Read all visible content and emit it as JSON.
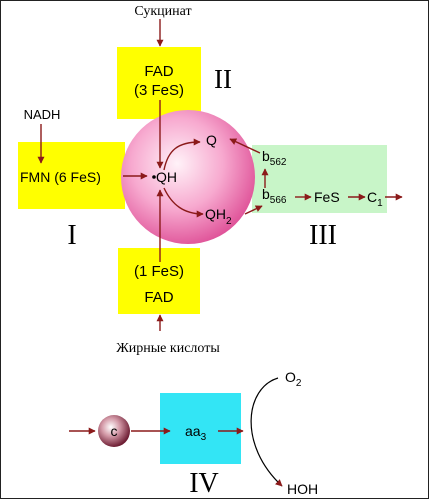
{
  "colors": {
    "yellow_box": "#ffff00",
    "green_box": "#c8f5c8",
    "cyan_box": "#33e5f5",
    "sphere_edge": "#e0559a",
    "sphere_center": "#fff0f6",
    "arrow": "#8b1a1a"
  },
  "complex_I": {
    "roman": "I",
    "box_label": "FMN (6 FeS)",
    "donor": "NADH"
  },
  "complex_II": {
    "roman": "II",
    "box_line1": "FAD",
    "box_line2": "(3 FeS)",
    "donor": "Сукцинат"
  },
  "lower_dehydrogenase": {
    "box_line1": "(1 FeS)",
    "box_line2": "FAD",
    "donor": "Жирные кислоты"
  },
  "quinone_pool": {
    "center_label": "QH",
    "oxidized": "Q",
    "reduced_base": "QH",
    "reduced_sub": "2"
  },
  "complex_III": {
    "roman": "III",
    "b562_base": "b",
    "b562_sub": "562",
    "b566_base": "b",
    "b566_sub": "566",
    "fes": "FeS",
    "c1_base": "C",
    "c1_sub": "1"
  },
  "complex_IV": {
    "roman": "IV",
    "cytochrome_c": "c",
    "aa3_base": "aa",
    "aa3_sub": "3",
    "oxygen_base": "O",
    "oxygen_sub": "2",
    "water": "HOH"
  }
}
